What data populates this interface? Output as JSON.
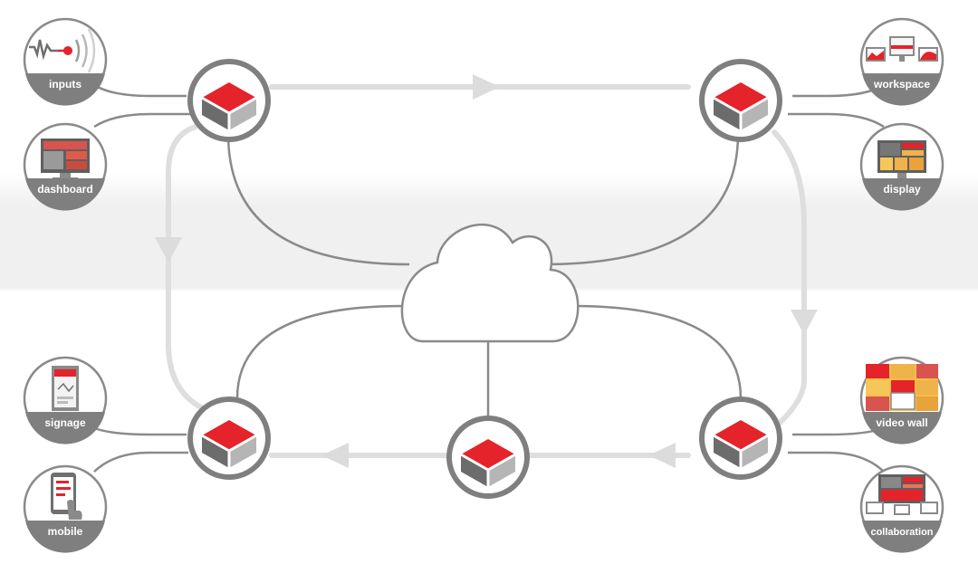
{
  "colors": {
    "red": "#e4232b",
    "dark_gray": "#7f7f7f",
    "mid_gray": "#8a8a8a",
    "light_gray": "#dddddd",
    "band": "#f0f0f0"
  },
  "devices": {
    "inputs": "inputs",
    "dashboard": "dashboard",
    "signage": "signage",
    "mobile": "mobile",
    "workspace": "workspace",
    "display": "display",
    "video_wall": "video wall",
    "collaboration": "collaboration"
  },
  "icons": {
    "node": "red-cube-icon",
    "cloud": "cloud-icon",
    "arrow": "arrow-icon"
  }
}
